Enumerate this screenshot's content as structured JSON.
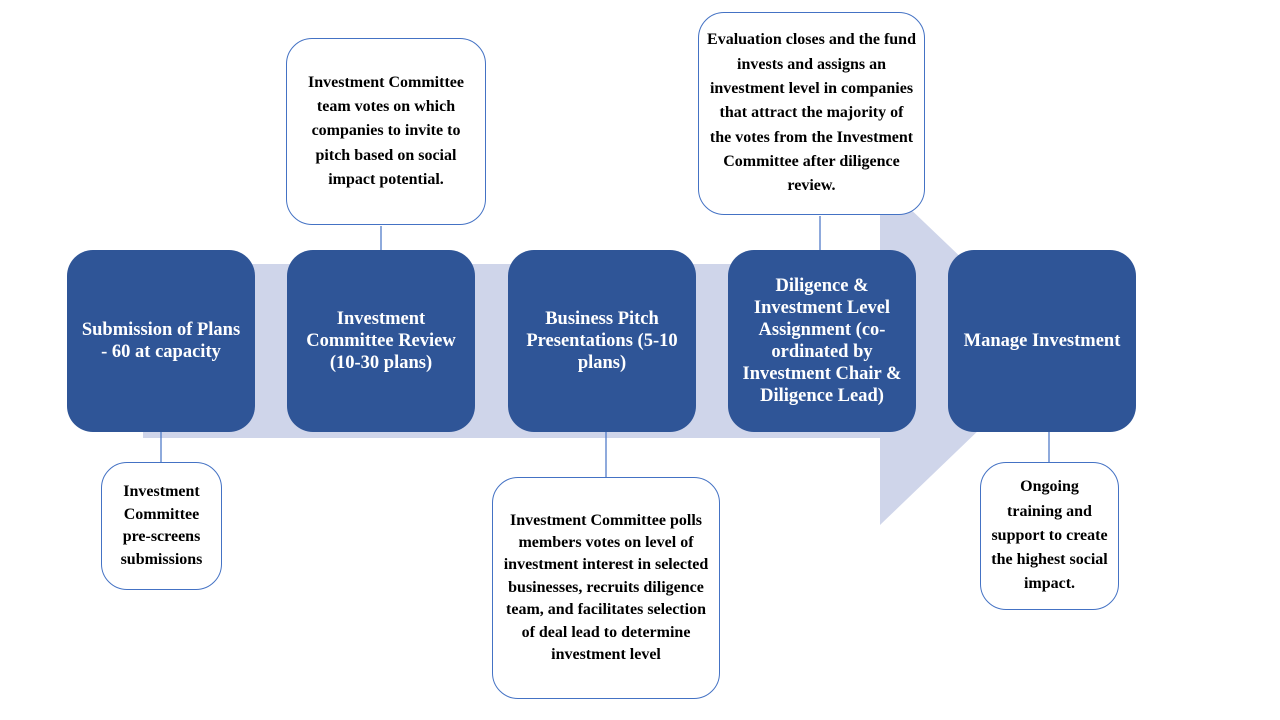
{
  "steps": [
    {
      "label": "Submission  of Plans - 60 at capacity"
    },
    {
      "label": "Investment Committee Review (10-30 plans)"
    },
    {
      "label": "Business Pitch Presentations (5-10 plans)"
    },
    {
      "label": "Diligence & Investment Level Assignment (co-ordinated by Investment Chair & Diligence Lead)"
    },
    {
      "label": "Manage Investment"
    }
  ],
  "notes": {
    "prescreen": "Investment Committee pre-screens submissions",
    "review_vote": "Investment Committee team votes on which companies to invite to pitch based on social impact potential.",
    "polls": "Investment Committee polls members votes on level of investment interest in selected businesses, recruits diligence team, and facilitates selection of deal lead to determine investment level",
    "evaluation": "Evaluation closes and the fund invests and assigns an investment level in companies that attract the majority of the votes from the Investment Committee after diligence review.",
    "ongoing": "Ongoing training and support to create the highest social impact."
  },
  "colors": {
    "step_fill": "#2f5597",
    "arrow_fill": "#cfd5ea",
    "note_border": "#4472c4",
    "connector": "#4472c4"
  }
}
